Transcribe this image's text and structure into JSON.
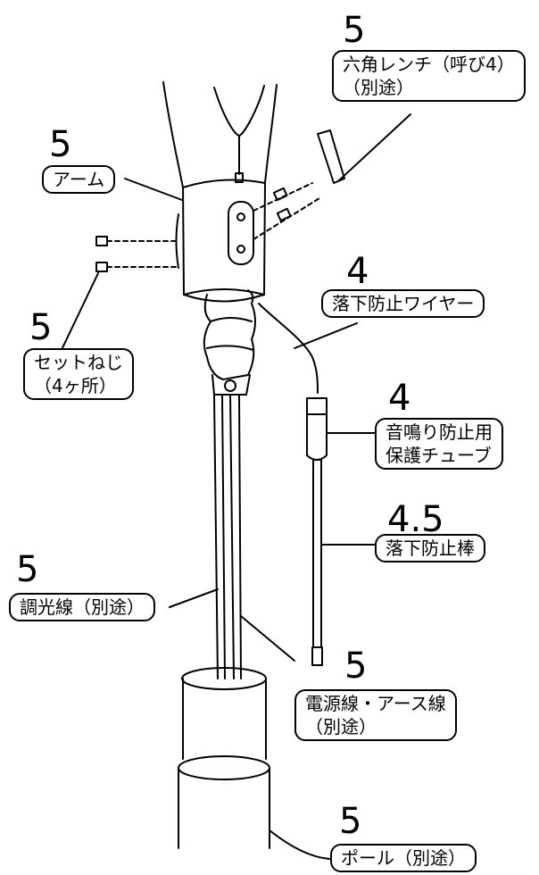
{
  "callouts": {
    "hex_wrench": {
      "number": "5",
      "lines": [
        "六角レンチ（呼び4）",
        "（別途）"
      ]
    },
    "arm": {
      "number": "5",
      "lines": [
        "アーム"
      ]
    },
    "set_screw": {
      "number": "5",
      "lines": [
        "セットねじ",
        "（4ヶ所）"
      ]
    },
    "fall_wire": {
      "number": "4",
      "lines": [
        "落下防止ワイヤー"
      ]
    },
    "tube": {
      "number": "4",
      "lines": [
        "音鳴り防止用",
        "保護チューブ"
      ]
    },
    "fall_rod": {
      "number": "4.5",
      "lines": [
        "落下防止棒"
      ]
    },
    "dimmer_wire": {
      "number": "5",
      "lines": [
        "調光線（別途）"
      ]
    },
    "power_wire": {
      "number": "5",
      "lines": [
        "電源線・アース線",
        "（別途）"
      ]
    },
    "pole": {
      "number": "5",
      "lines": [
        "ポール（別途）"
      ]
    }
  },
  "colors": {
    "line": "#000000",
    "background": "#ffffff"
  }
}
